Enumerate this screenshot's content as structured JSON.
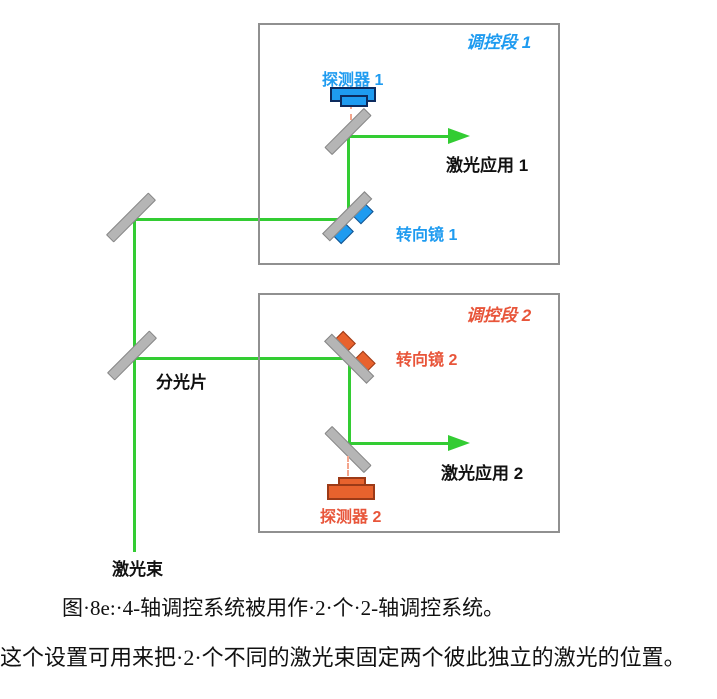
{
  "figure": {
    "section1": {
      "title": "调控段 1",
      "detector_label": "探测器 1",
      "steering_mirror_label": "转向镜 1",
      "output_label": "激光应用 1",
      "accent_color": "#1e9bf0"
    },
    "section2": {
      "title": "调控段 2",
      "detector_label": "探测器 2",
      "steering_mirror_label": "转向镜 2",
      "output_label": "激光应用 2",
      "accent_color": "#e8553a"
    },
    "splitter_label": "分光片",
    "input_beam_label": "激光束",
    "beam_color": "#33cc33",
    "mirror_color": "#b5b5b5",
    "box_border_color": "#909090",
    "leakage_dash_color": "#f4a58c"
  },
  "caption": "图·8e:·4-轴调控系统被用作·2·个·2-轴调控系统。",
  "paragraph": "这个设置可用来把·2·个不同的激光束固定两个彼此独立的激光的位置。"
}
